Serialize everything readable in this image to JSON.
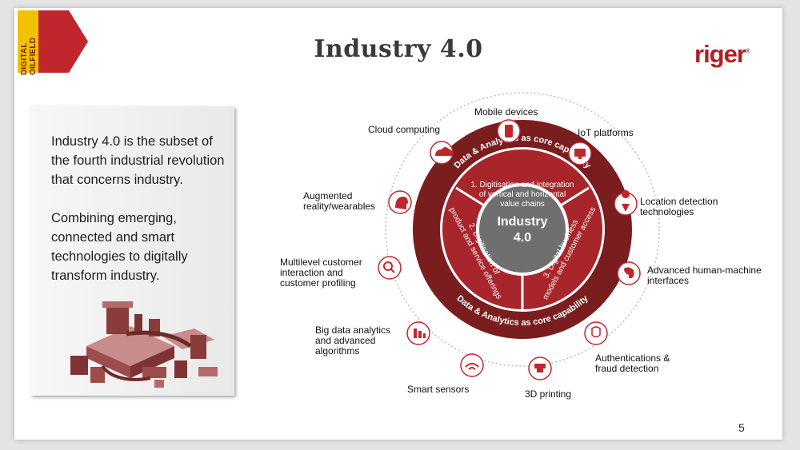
{
  "badge": {
    "text": "DIGITAL OILFIELD"
  },
  "title": "Industry 4.0",
  "logo": {
    "text": "riger",
    "mark": "®"
  },
  "card": {
    "paragraph_1": "Industry 4.0 is the subset of the fourth industrial revolution that concerns industry.",
    "paragraph_2": "Combining emerging, connected and smart technologies to digitally transform industry."
  },
  "diagram": {
    "center": {
      "line1": "Industry",
      "line2": "4.0"
    },
    "ring_top": "Data & Analytics as core capability",
    "ring_bottom": "Data & Analytics as core capability",
    "segment_1": {
      "line1": "1. Digitisation and integration",
      "line2": "of vertical and horizontal",
      "line3": "value chains"
    },
    "segment_2": {
      "line1": "2. Digitisation of",
      "line2": "product and service offerings"
    },
    "segment_3": {
      "line1": "3. Digital business",
      "line2": "models and customer access"
    },
    "technologies": [
      {
        "label": "Mobile devices",
        "icon": "mobile-devices-icon"
      },
      {
        "label": "IoT platforms",
        "icon": "iot-platform-icon"
      },
      {
        "label": "Location detection\ntechnologies",
        "icon": "location-pin-icon"
      },
      {
        "label": "Advanced human-machine\ninterfaces",
        "icon": "human-machine-icon"
      },
      {
        "label": "Authentications &\nfraud detection",
        "icon": "fingerprint-icon"
      },
      {
        "label": "3D printing",
        "icon": "3d-printer-icon"
      },
      {
        "label": "Smart sensors",
        "icon": "sensor-icon"
      },
      {
        "label": "Big data analytics\nand advanced\nalgorithms",
        "icon": "big-data-icon"
      },
      {
        "label": "Multilevel customer\ninteraction and\ncustomer profiling",
        "icon": "magnifier-icon"
      },
      {
        "label": "Augmented\nreality/wearables",
        "icon": "head-icon"
      },
      {
        "label": "Cloud computing",
        "icon": "cloud-icon"
      }
    ]
  },
  "colors": {
    "accent": "#b01e23",
    "dark_ring": "#7a1d1f",
    "inner_ring": "#a8262b",
    "center": "#6f6f6f"
  },
  "page_number": "5"
}
